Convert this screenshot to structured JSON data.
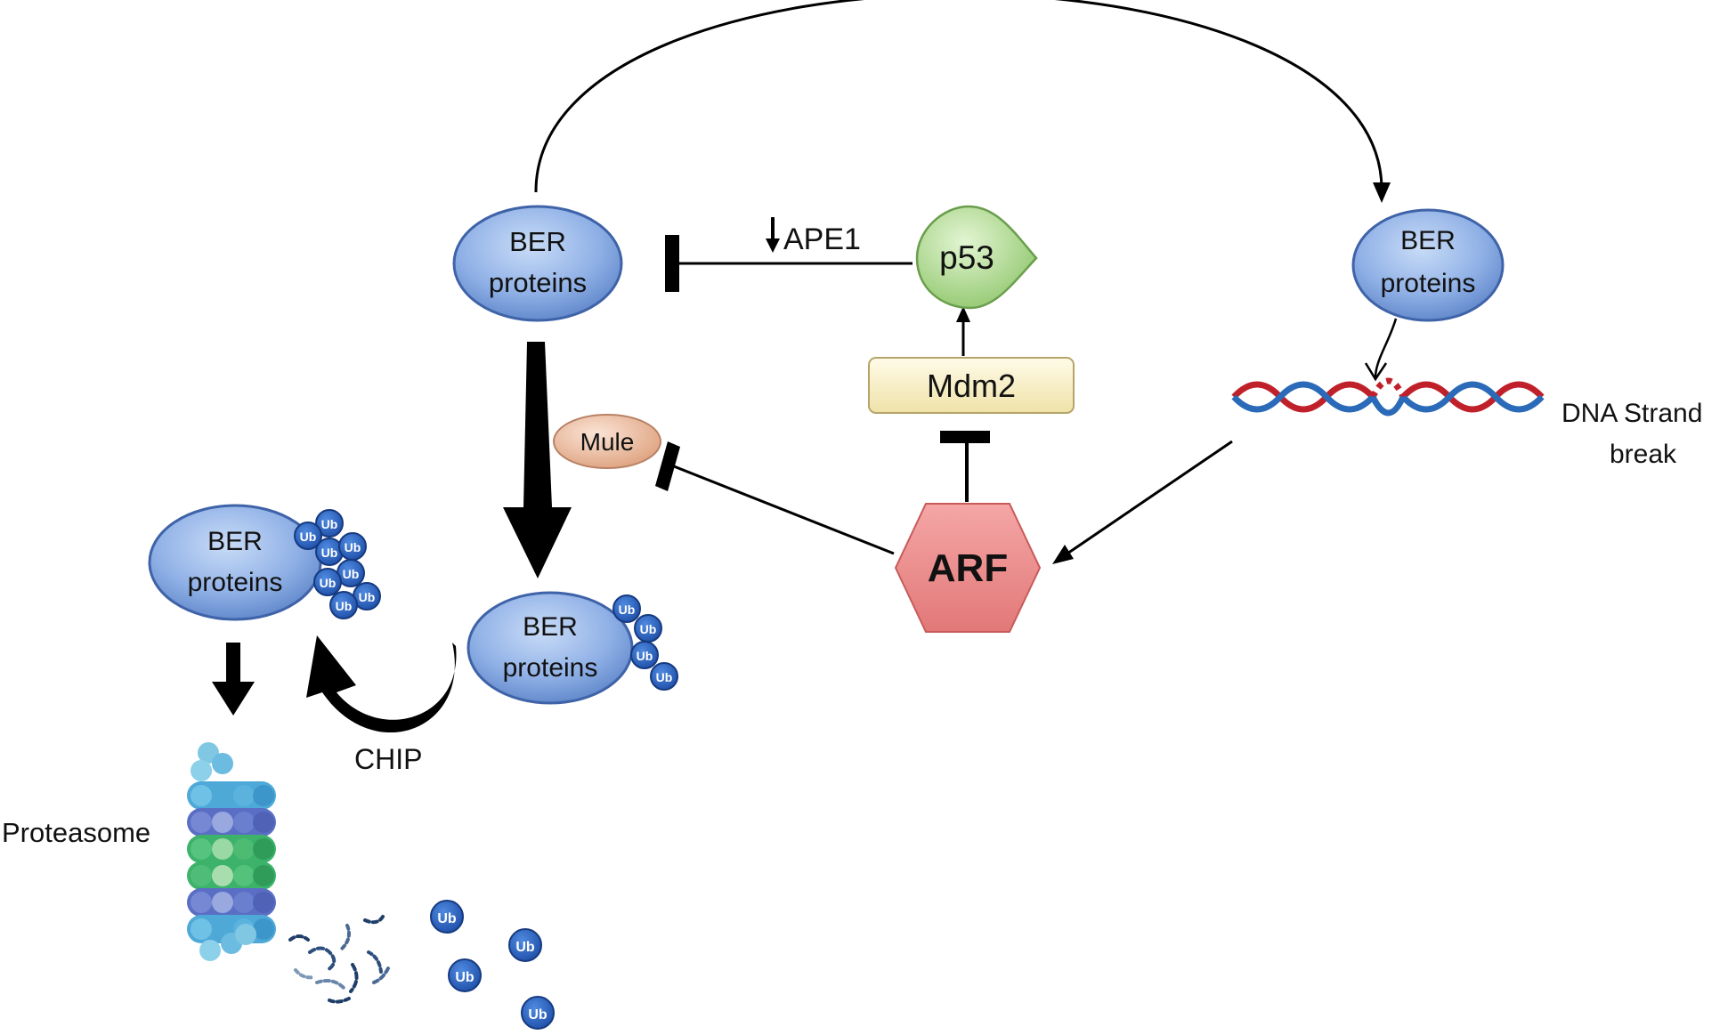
{
  "colors": {
    "protein_fill": "#8fb0e6",
    "protein_stroke": "#3f63a8",
    "p53_fill": "#a9d98a",
    "mdm2_fill": "#fbf3cf",
    "mule_fill": "#f2c2a4",
    "arf_fill": "#f08f8f",
    "ub_fill": "#2f68c6",
    "dna_red": "#c0202a",
    "dna_blue": "#2a6ab8",
    "line": "#000000"
  },
  "ber_label": {
    "line1": "BER",
    "line2": "proteins"
  },
  "nodes": {
    "p53": "p53",
    "mdm2": "Mdm2",
    "mule": "Mule",
    "arf": "ARF",
    "ub": "Ub"
  },
  "labels": {
    "ape1": "APE1",
    "chip": "CHIP",
    "proteasome": "Proteasome",
    "dna_line1": "DNA Strand",
    "dna_line2": "break"
  },
  "icons": [
    "down-arrow-icon",
    "dna-double-helix-icon",
    "proteasome-icon",
    "ubiquitin-icon",
    "peptide-fragments-icon"
  ]
}
